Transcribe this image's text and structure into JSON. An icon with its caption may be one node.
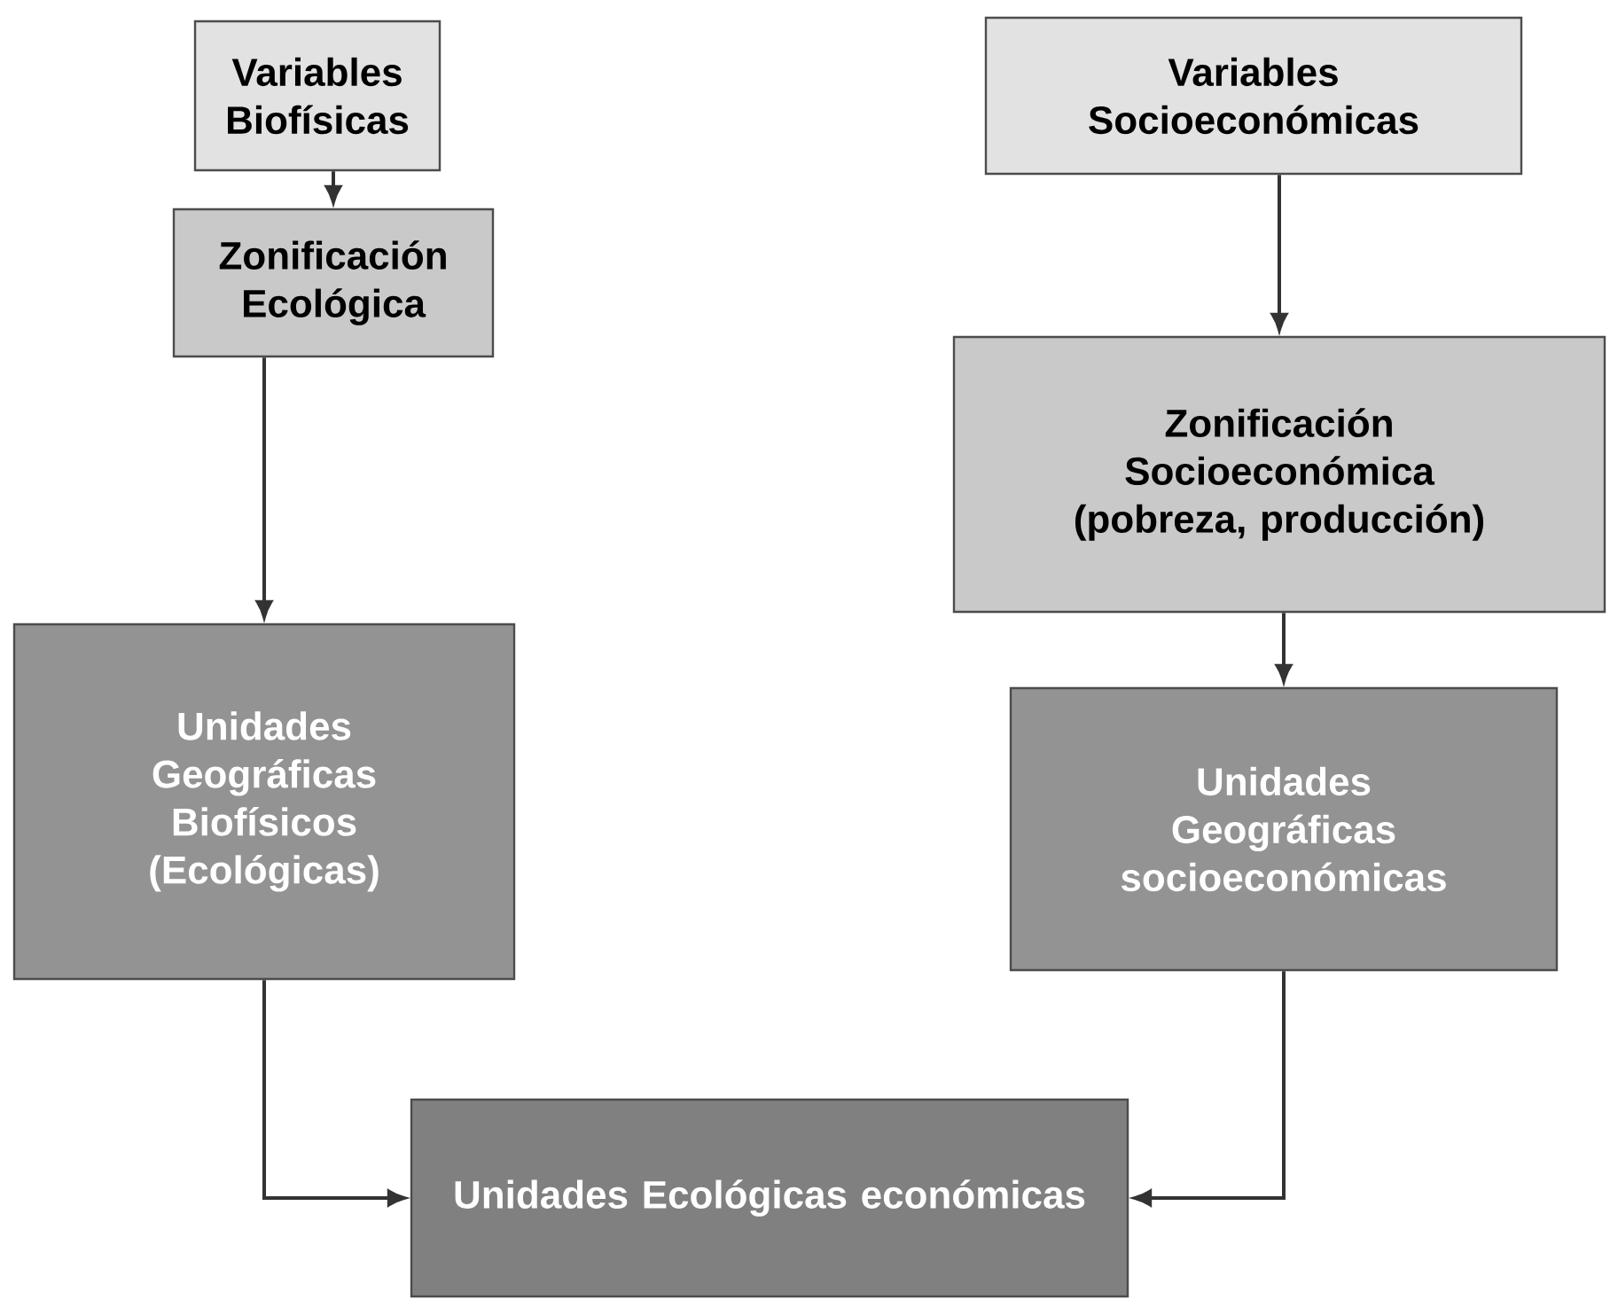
{
  "diagram": {
    "nodes": [
      {
        "text": [
          "Variables Biofísicas"
        ]
      },
      {
        "text": [
          "Zonificación Ecológica"
        ]
      },
      {
        "text": [
          "Unidades Geográficas Biofísicos (Ecológicas)"
        ]
      },
      {
        "text": [
          "Variables Socioeconómicas"
        ]
      },
      {
        "text": [
          "Zonificación Socioeconómica (pobreza, producción)"
        ]
      },
      {
        "text": [
          "Unidades Geográficas socioeconómicas"
        ]
      },
      {
        "text": [
          "Unidades Ecológicas económicas"
        ]
      }
    ],
    "edges": [
      {
        "from": 0,
        "to": 1,
        "arrow": "to"
      },
      {
        "from": 1,
        "to": 2,
        "arrow": "to"
      },
      {
        "from": 3,
        "to": 4,
        "arrow": "to"
      },
      {
        "from": 4,
        "to": 5,
        "arrow": "to"
      },
      {
        "from": 2,
        "to": 6,
        "arrow": "to"
      },
      {
        "from": 5,
        "to": 6,
        "arrow": "to"
      }
    ]
  }
}
